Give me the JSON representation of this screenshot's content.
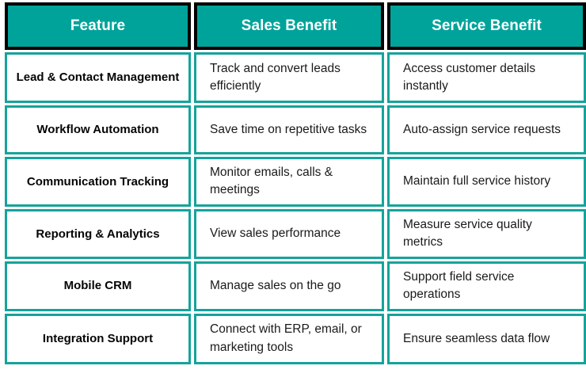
{
  "table": {
    "columns": [
      {
        "key": "feature",
        "label": "Feature"
      },
      {
        "key": "sales",
        "label": "Sales Benefit"
      },
      {
        "key": "service",
        "label": "Service Benefit"
      }
    ],
    "rows": [
      {
        "feature": "Lead & Contact Management",
        "sales": "Track and convert leads efficiently",
        "service": "Access customer details instantly"
      },
      {
        "feature": "Workflow Automation",
        "sales": "Save time on repetitive tasks",
        "service": "Auto-assign service requests"
      },
      {
        "feature": "Communication Tracking",
        "sales": "Monitor emails, calls & meetings",
        "service": "Maintain full service history"
      },
      {
        "feature": "Reporting & Analytics",
        "sales": "View sales performance",
        "service": "Measure service quality metrics"
      },
      {
        "feature": "Mobile CRM",
        "sales": "Manage sales on the go",
        "service": "Support field service operations"
      },
      {
        "feature": "Integration Support",
        "sales": "Connect with ERP, email, or marketing tools",
        "service": "Ensure seamless data flow"
      }
    ]
  },
  "colors": {
    "header_background": "#00a39a",
    "header_text": "#ffffff",
    "header_border": "#000000",
    "cell_border": "#15a39b",
    "cell_background": "#ffffff",
    "cell_text": "#111111"
  }
}
